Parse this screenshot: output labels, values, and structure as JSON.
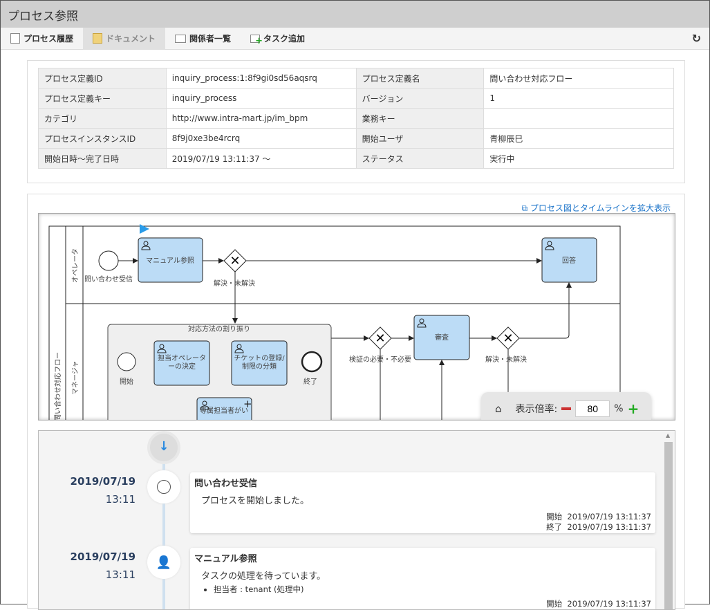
{
  "title": "プロセス参照",
  "toolbar": {
    "items": [
      {
        "label": "プロセス履歴",
        "icon": "history-icon"
      },
      {
        "label": "ドキュメント",
        "icon": "document-icon"
      },
      {
        "label": "関係者一覧",
        "icon": "list-icon"
      },
      {
        "label": "タスク追加",
        "icon": "add-task-icon"
      }
    ],
    "refresh_icon": "refresh-icon"
  },
  "info": {
    "rows": [
      [
        "プロセス定義ID",
        "inquiry_process:1:8f9gi0sd56aqsrq",
        "プロセス定義名",
        "問い合わせ対応フロー"
      ],
      [
        "プロセス定義キー",
        "inquiry_process",
        "バージョン",
        "1"
      ],
      [
        "カテゴリ",
        "http://www.intra-mart.jp/im_bpm",
        "業務キー",
        ""
      ],
      [
        "プロセスインスタンスID",
        "8f9j0xe3be4rcrq",
        "開始ユーザ",
        "青柳辰巳"
      ],
      [
        "開始日時～完了日時",
        "2019/07/19 13:11:37 ～",
        "ステータス",
        "実行中"
      ]
    ]
  },
  "diagram": {
    "expand_link": "プロセス図とタイムラインを拡大表示",
    "pool": "問い合わせ対応フロー",
    "lanes": [
      "オペレータ",
      "マネージャ"
    ],
    "start": "問い合わせ受信",
    "task_manual": "マニュアル参照",
    "gw1": "解決・未解決",
    "task_answer": "回答",
    "subprocess": "対応方法の割り振り",
    "sub_start": "開始",
    "sub_task1a": "担当オペレータ",
    "sub_task1b": "ーの決定",
    "sub_task2a": "チケットの登録/",
    "sub_task2b": "制限の分類",
    "sub_end": "終了",
    "sub_task3": "専属担当者がい",
    "gw2": "検証の必要・不必要",
    "task_review": "審査",
    "gw3": "解決・未解決",
    "zoom": {
      "label": "表示倍率:",
      "value": "80",
      "unit": "%"
    }
  },
  "timeline": {
    "entries": [
      {
        "date": "2019/07/19",
        "time": "13:11",
        "title": "問い合わせ受信",
        "message": "プロセスを開始しました。",
        "start_label": "開始",
        "start": "2019/07/19 13:11:37",
        "end_label": "終了",
        "end": "2019/07/19 13:11:37"
      },
      {
        "date": "2019/07/19",
        "time": "13:11",
        "title": "マニュアル参照",
        "message": "タスクの処理を待っています。",
        "assignee": "担当者 : tenant (処理中)",
        "start_label": "開始",
        "start": "2019/07/19 13:11:37"
      }
    ]
  }
}
